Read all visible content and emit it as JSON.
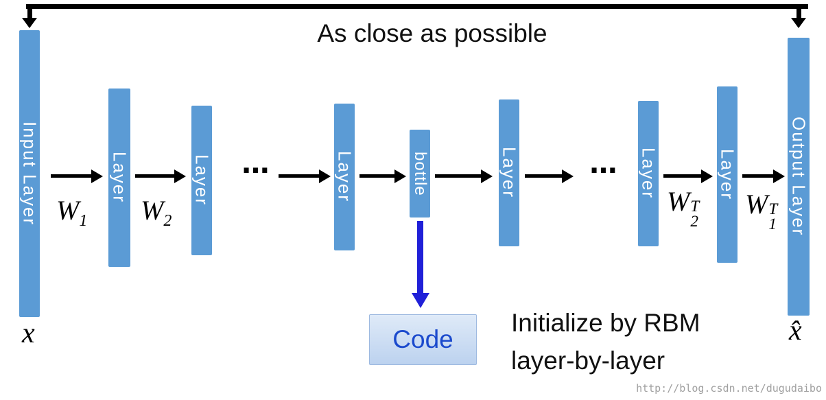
{
  "title": "As close as possible",
  "bars": {
    "input": {
      "label": "Input Layer"
    },
    "enc1": {
      "label": "Layer"
    },
    "enc2": {
      "label": "Layer"
    },
    "enc3": {
      "label": "Layer"
    },
    "bottleneck": {
      "label": "bottle"
    },
    "dec1": {
      "label": "Layer"
    },
    "dec2": {
      "label": "Layer"
    },
    "dec3": {
      "label": "Layer"
    },
    "output": {
      "label": "Output Layer"
    }
  },
  "weights": {
    "w1": {
      "base": "W",
      "sub": "1"
    },
    "w2": {
      "base": "W",
      "sub": "2"
    },
    "w2t": {
      "base": "W",
      "sub": "2",
      "sup": "T"
    },
    "w1t": {
      "base": "W",
      "sub": "1",
      "sup": "T"
    }
  },
  "ellipsis_left": "⋯",
  "ellipsis_right": "⋯",
  "input_symbol": "x",
  "output_symbol": "x̂",
  "code_box": {
    "label": "Code"
  },
  "caption": {
    "line1": "Initialize by RBM",
    "line2": "layer-by-layer"
  },
  "watermark": "http://blog.csdn.net/dugudaibo",
  "colors": {
    "bar": "#5B9BD5",
    "bar_text": "#FFFFFF",
    "arrow": "#000000",
    "code_arrow": "#2020D8",
    "code_text": "#1B4ACD",
    "code_box_bg": "#C9DCF3"
  }
}
